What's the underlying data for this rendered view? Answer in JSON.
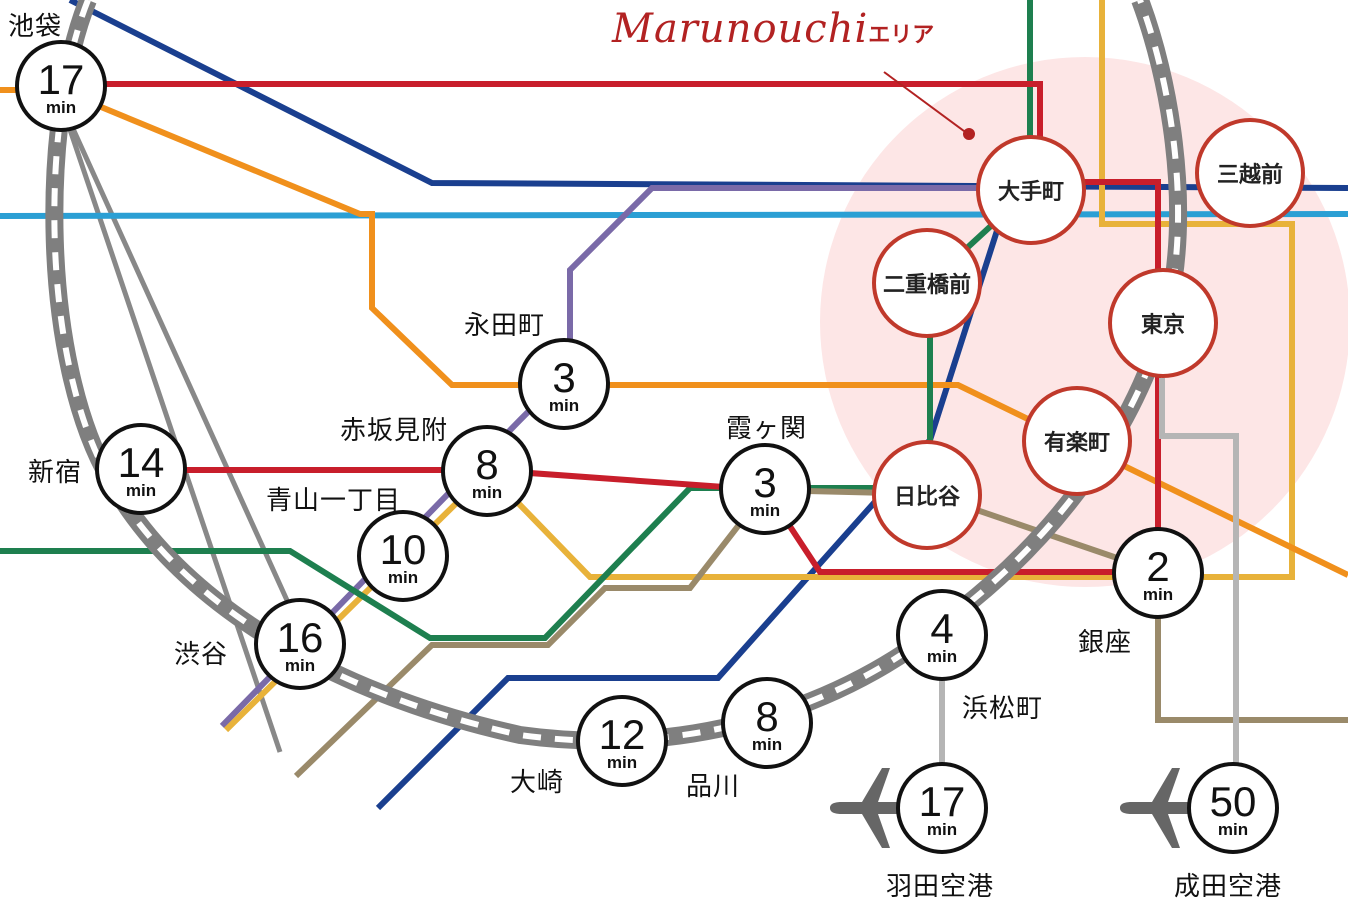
{
  "title": {
    "script": "Marunouchi",
    "suffix": "エリア"
  },
  "colors": {
    "marunouchi": "#c81e2b",
    "tozai": "#2b9fd4",
    "hanzomon": "#7a6aa8",
    "chiyoda": "#1e7f4f",
    "yurakucho": "#e8b23a",
    "ginza": "#f0901c",
    "hibiya": "#9a8a6a",
    "mita": "#1a3f8f",
    "jr": "#888888",
    "airport": "#b5b5b5",
    "area": "#fde6e6",
    "station_ring": "#c0392b"
  },
  "time_unit": "min",
  "time_nodes": [
    {
      "id": "ikebukuro",
      "value": "17",
      "label": "池袋"
    },
    {
      "id": "shinjuku",
      "value": "14",
      "label": "新宿"
    },
    {
      "id": "shibuya",
      "value": "16",
      "label": "渋谷"
    },
    {
      "id": "nagatacho",
      "value": "3",
      "label": "永田町"
    },
    {
      "id": "akasakamitsuke",
      "value": "8",
      "label": "赤坂見附"
    },
    {
      "id": "aoyamaitchome",
      "value": "10",
      "label": "青山一丁目"
    },
    {
      "id": "kasumigaseki",
      "value": "3",
      "label": "霞ヶ関"
    },
    {
      "id": "ginza",
      "value": "2",
      "label": "銀座"
    },
    {
      "id": "hamamatsucho",
      "value": "4",
      "label": "浜松町"
    },
    {
      "id": "shinagawa",
      "value": "8",
      "label": "品川"
    },
    {
      "id": "osaki",
      "value": "12",
      "label": "大崎"
    },
    {
      "id": "haneda",
      "value": "17",
      "label": "羽田空港"
    },
    {
      "id": "narita",
      "value": "50",
      "label": "成田空港"
    }
  ],
  "area_stations": [
    {
      "id": "otemachi",
      "label": "大手町"
    },
    {
      "id": "mitsukoshimae",
      "label": "三越前"
    },
    {
      "id": "nijubashimae",
      "label": "二重橋前"
    },
    {
      "id": "tokyo",
      "label": "東京"
    },
    {
      "id": "yurakucho",
      "label": "有楽町"
    },
    {
      "id": "hibiya",
      "label": "日比谷"
    }
  ],
  "icons": {
    "airport": "airplane-icon",
    "jr_track": "railway-track"
  }
}
